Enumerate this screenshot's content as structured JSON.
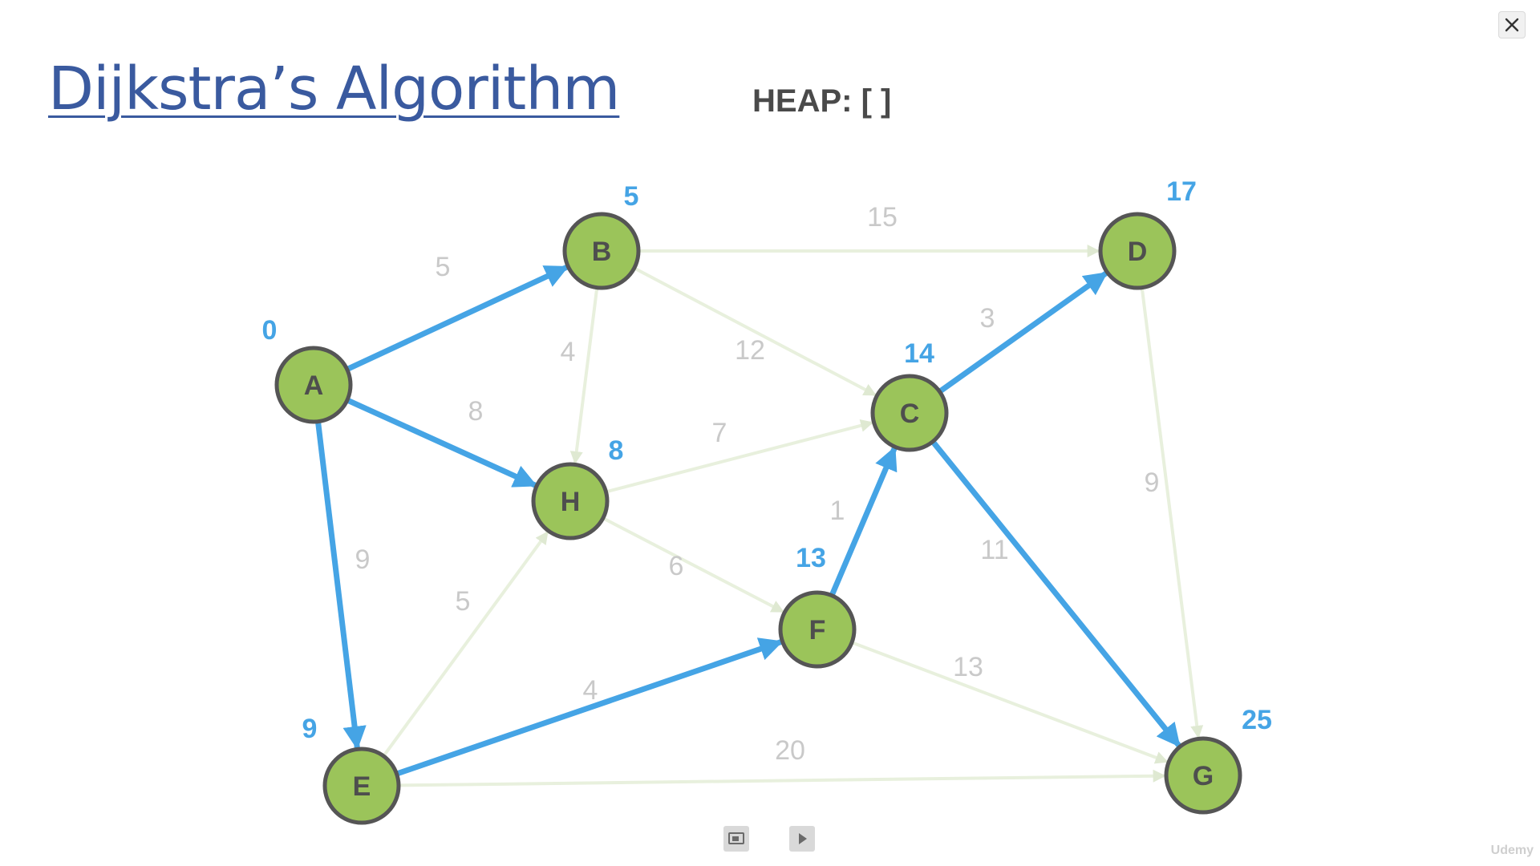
{
  "title": "Dijkstra’s Algorithm",
  "heap_label": "HEAP: [ ]",
  "watermark": "Udemy",
  "colors": {
    "node_fill": "#9bc45a",
    "node_stroke": "#555555",
    "tree_edge": "#45a4e5",
    "other_edge": "#e8f0dd",
    "weight_text": "#c9c9c9",
    "distance_text": "#45a4e5"
  },
  "nodes": [
    {
      "id": "A",
      "distance": "0"
    },
    {
      "id": "B",
      "distance": "5"
    },
    {
      "id": "C",
      "distance": "14"
    },
    {
      "id": "D",
      "distance": "17"
    },
    {
      "id": "E",
      "distance": "9"
    },
    {
      "id": "F",
      "distance": "13"
    },
    {
      "id": "G",
      "distance": "25"
    },
    {
      "id": "H",
      "distance": "8"
    }
  ],
  "edges": [
    {
      "from": "A",
      "to": "B",
      "weight": "5",
      "in_tree": true
    },
    {
      "from": "A",
      "to": "H",
      "weight": "8",
      "in_tree": true
    },
    {
      "from": "A",
      "to": "E",
      "weight": "9",
      "in_tree": true
    },
    {
      "from": "B",
      "to": "D",
      "weight": "15",
      "in_tree": false
    },
    {
      "from": "B",
      "to": "C",
      "weight": "12",
      "in_tree": false
    },
    {
      "from": "B",
      "to": "H",
      "weight": "4",
      "in_tree": false
    },
    {
      "from": "H",
      "to": "C",
      "weight": "7",
      "in_tree": false
    },
    {
      "from": "H",
      "to": "F",
      "weight": "6",
      "in_tree": false
    },
    {
      "from": "E",
      "to": "H",
      "weight": "5",
      "in_tree": false
    },
    {
      "from": "E",
      "to": "F",
      "weight": "4",
      "in_tree": true
    },
    {
      "from": "E",
      "to": "G",
      "weight": "20",
      "in_tree": false
    },
    {
      "from": "F",
      "to": "C",
      "weight": "1",
      "in_tree": true
    },
    {
      "from": "F",
      "to": "G",
      "weight": "13",
      "in_tree": false
    },
    {
      "from": "C",
      "to": "D",
      "weight": "3",
      "in_tree": true
    },
    {
      "from": "C",
      "to": "G",
      "weight": "11",
      "in_tree": true
    },
    {
      "from": "D",
      "to": "G",
      "weight": "9",
      "in_tree": false
    }
  ],
  "controls": [
    {
      "name": "screen-toggle-button",
      "icon": "screen-icon"
    },
    {
      "name": "play-button",
      "icon": "play-icon"
    }
  ]
}
